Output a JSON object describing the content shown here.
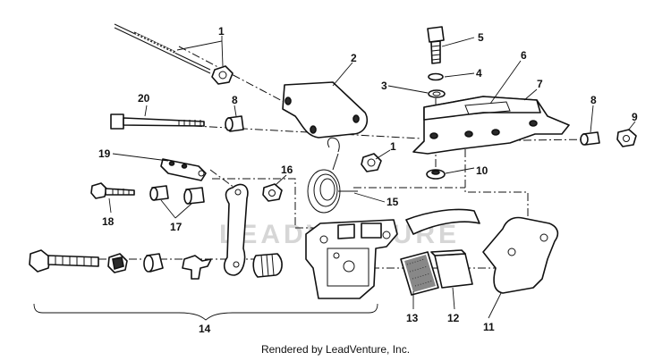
{
  "callouts": [
    "1",
    "2",
    "3",
    "4",
    "5",
    "6",
    "7",
    "8",
    "9",
    "10",
    "1",
    "8",
    "16",
    "15",
    "19",
    "20",
    "18",
    "17",
    "14",
    "13",
    "12",
    "11"
  ],
  "watermark": "LEADVENTURE",
  "footer": "Rendered by LeadVenture, Inc."
}
